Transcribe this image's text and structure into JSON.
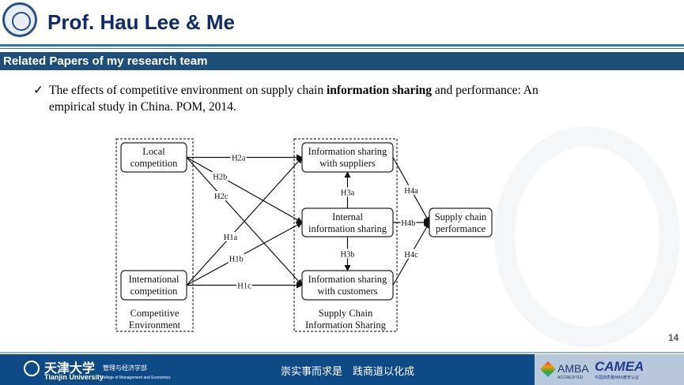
{
  "header": {
    "title": "Prof. Hau Lee & Me"
  },
  "section": {
    "title": "Related Papers of my research team"
  },
  "bullet": {
    "check": "✓",
    "pre": "The effects of competitive environment on supply chain ",
    "bold": "information sharing",
    "post": " and performance: An empirical study in China. POM, 2014."
  },
  "diagram": {
    "groups": [
      {
        "id": "env",
        "label": [
          "Competitive",
          "Environment"
        ]
      },
      {
        "id": "scis",
        "label": [
          "Supply Chain",
          "Information Sharing"
        ]
      }
    ],
    "nodes": [
      {
        "id": "local",
        "label": [
          "Local",
          "competition"
        ]
      },
      {
        "id": "intl",
        "label": [
          "International",
          "competition"
        ]
      },
      {
        "id": "sup",
        "label": [
          "Information sharing",
          "with suppliers"
        ]
      },
      {
        "id": "int",
        "label": [
          "Internal",
          "information sharing"
        ]
      },
      {
        "id": "cus",
        "label": [
          "Information sharing",
          "with customers"
        ]
      },
      {
        "id": "perf",
        "label": [
          "Supply chain",
          "performance"
        ]
      }
    ],
    "edges": [
      {
        "from": "local",
        "to": "sup",
        "label": "H2a"
      },
      {
        "from": "local",
        "to": "int",
        "label": "H2b"
      },
      {
        "from": "local",
        "to": "cus",
        "label": "H2c"
      },
      {
        "from": "intl",
        "to": "sup",
        "label": "H1a"
      },
      {
        "from": "intl",
        "to": "int",
        "label": "H1b"
      },
      {
        "from": "intl",
        "to": "cus",
        "label": "H1c"
      },
      {
        "from": "int",
        "to": "sup",
        "label": "H3a"
      },
      {
        "from": "int",
        "to": "cus",
        "label": "H3b"
      },
      {
        "from": "sup",
        "to": "perf",
        "label": "H4a"
      },
      {
        "from": "int",
        "to": "perf",
        "label": "H4b"
      },
      {
        "from": "cus",
        "to": "perf",
        "label": "H4c"
      }
    ]
  },
  "page_number": "14",
  "footer": {
    "university_cn": "天津大学",
    "university_en": "Tianjin University",
    "college_cn": "管理与经济学部",
    "college_en": "College of Management and Economics",
    "motto": "崇实事而求是　践商道以化成",
    "amba": "AMBA",
    "amba_sub": "ACCREDITED",
    "camea": "CAMEA",
    "camea_sub": "中国高质量MBA教育认证"
  }
}
